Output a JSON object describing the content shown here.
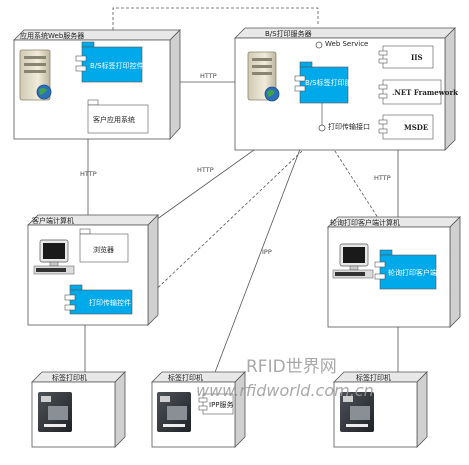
{
  "nodes": {
    "app_server": {
      "title": "应用系统Web服务器",
      "component": "B/S标签打印控件包",
      "app": "客户应用系统"
    },
    "print_server": {
      "title": "B/S打印服务器",
      "web_service": "Web Service",
      "service": "B/S标签打印服务",
      "iis": "IIS",
      "dotnet": ".NET Framework",
      "msde": "MSDE",
      "interface": "打印传输接口"
    },
    "client_pc": {
      "title": "客户端计算机",
      "browser": "浏览器",
      "plugin": "打印传输控件"
    },
    "polling_pc": {
      "title": "轮询打印客户端计算机",
      "program": "轮询打印客户端"
    },
    "printer_1": {
      "title": "标签打印机"
    },
    "printer_2": {
      "title": "标签打印机",
      "ipp": "IPP服务"
    },
    "printer_3": {
      "title": "标签打印机"
    }
  },
  "edges": {
    "http_app_print": "HTTP",
    "http_app_client": "HTTP",
    "http_print_client": "HTTP",
    "http_print_polling": "HTTP",
    "ipp": "IPP"
  },
  "watermark": {
    "line1": "RFID世界网",
    "line2": "www.rfidworld.com.cn"
  },
  "colors": {
    "component": "#00a9ea",
    "node_face": "#ffffff",
    "node_side": "#d9d9d9",
    "line": "#555555"
  }
}
